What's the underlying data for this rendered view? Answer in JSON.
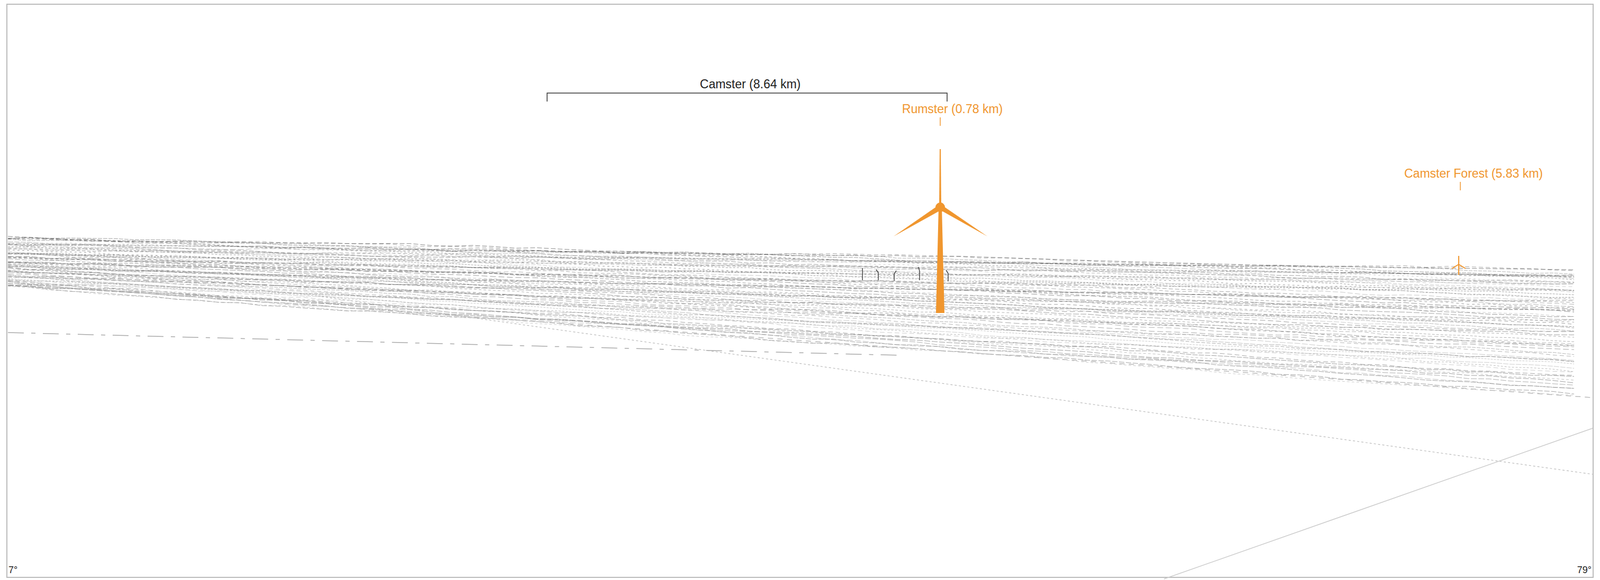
{
  "diagram": {
    "labels": [
      "Camster (8.64 km)",
      "Rumster (0.78 km)",
      "Camster Forest (5.83 km)",
      "7°",
      "79°"
    ]
  }
}
